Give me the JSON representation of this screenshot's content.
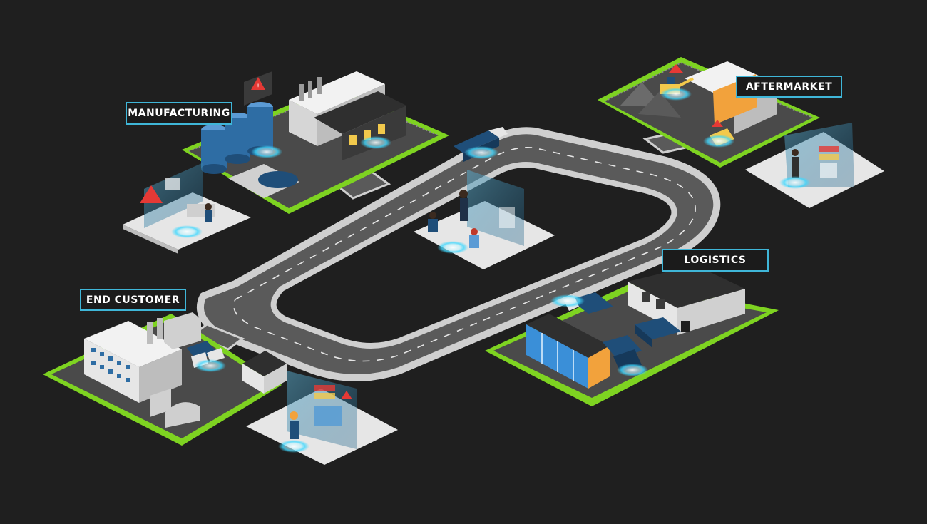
{
  "labels": {
    "manufacturing": "MANUFACTURING",
    "aftermarket": "AFTERMARKET",
    "logistics": "LOGISTICS",
    "end_customer": "END CUSTOMER"
  },
  "colors": {
    "background": "#1f1f1f",
    "grass": "#7ed321",
    "road": "#5a5a5a",
    "road_edge": "#cfcfcf",
    "accent": "#3fb6d8",
    "truck": "#1f4e79",
    "warning": "#e53935"
  },
  "icons": [
    "warning-icon",
    "truck-icon",
    "worker-icon",
    "dashboard-icon",
    "factory-icon",
    "warehouse-icon",
    "tank-icon",
    "excavator-icon"
  ]
}
